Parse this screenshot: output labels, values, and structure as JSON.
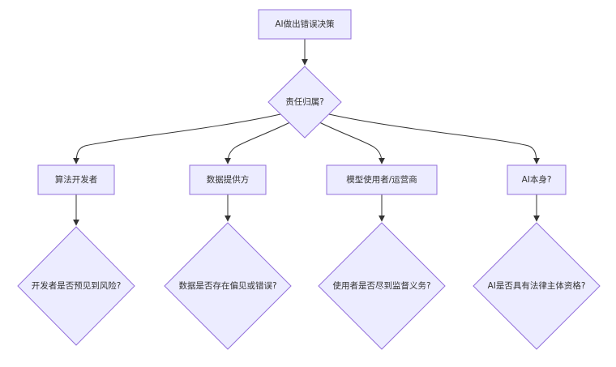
{
  "diagram": {
    "start": "AI做出错误决策",
    "question": "责任归属?",
    "branches": [
      {
        "label": "算法开发者",
        "check": "开发者是否预见到风险?"
      },
      {
        "label": "数据提供方",
        "check": "数据是否存在偏见或错误?"
      },
      {
        "label": "模型使用者/运营商",
        "check": "使用者是否尽到监督义务?"
      },
      {
        "label": "AI本身?",
        "check": "AI是否具有法律主体资格?"
      }
    ]
  }
}
